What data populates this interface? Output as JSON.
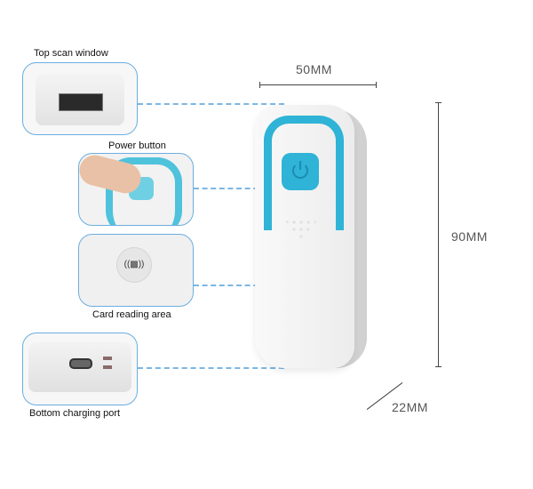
{
  "callouts": [
    {
      "label": "Top scan window"
    },
    {
      "label": "Power button"
    },
    {
      "label": "Card reading area"
    },
    {
      "label": "Bottom charging port"
    }
  ],
  "dimensions": {
    "width": "50MM",
    "height": "90MM",
    "depth": "22MM"
  },
  "colors": {
    "accent": "#2fb3d6",
    "callout_border": "#6aaee0",
    "device_body": "#f2f2f2"
  }
}
